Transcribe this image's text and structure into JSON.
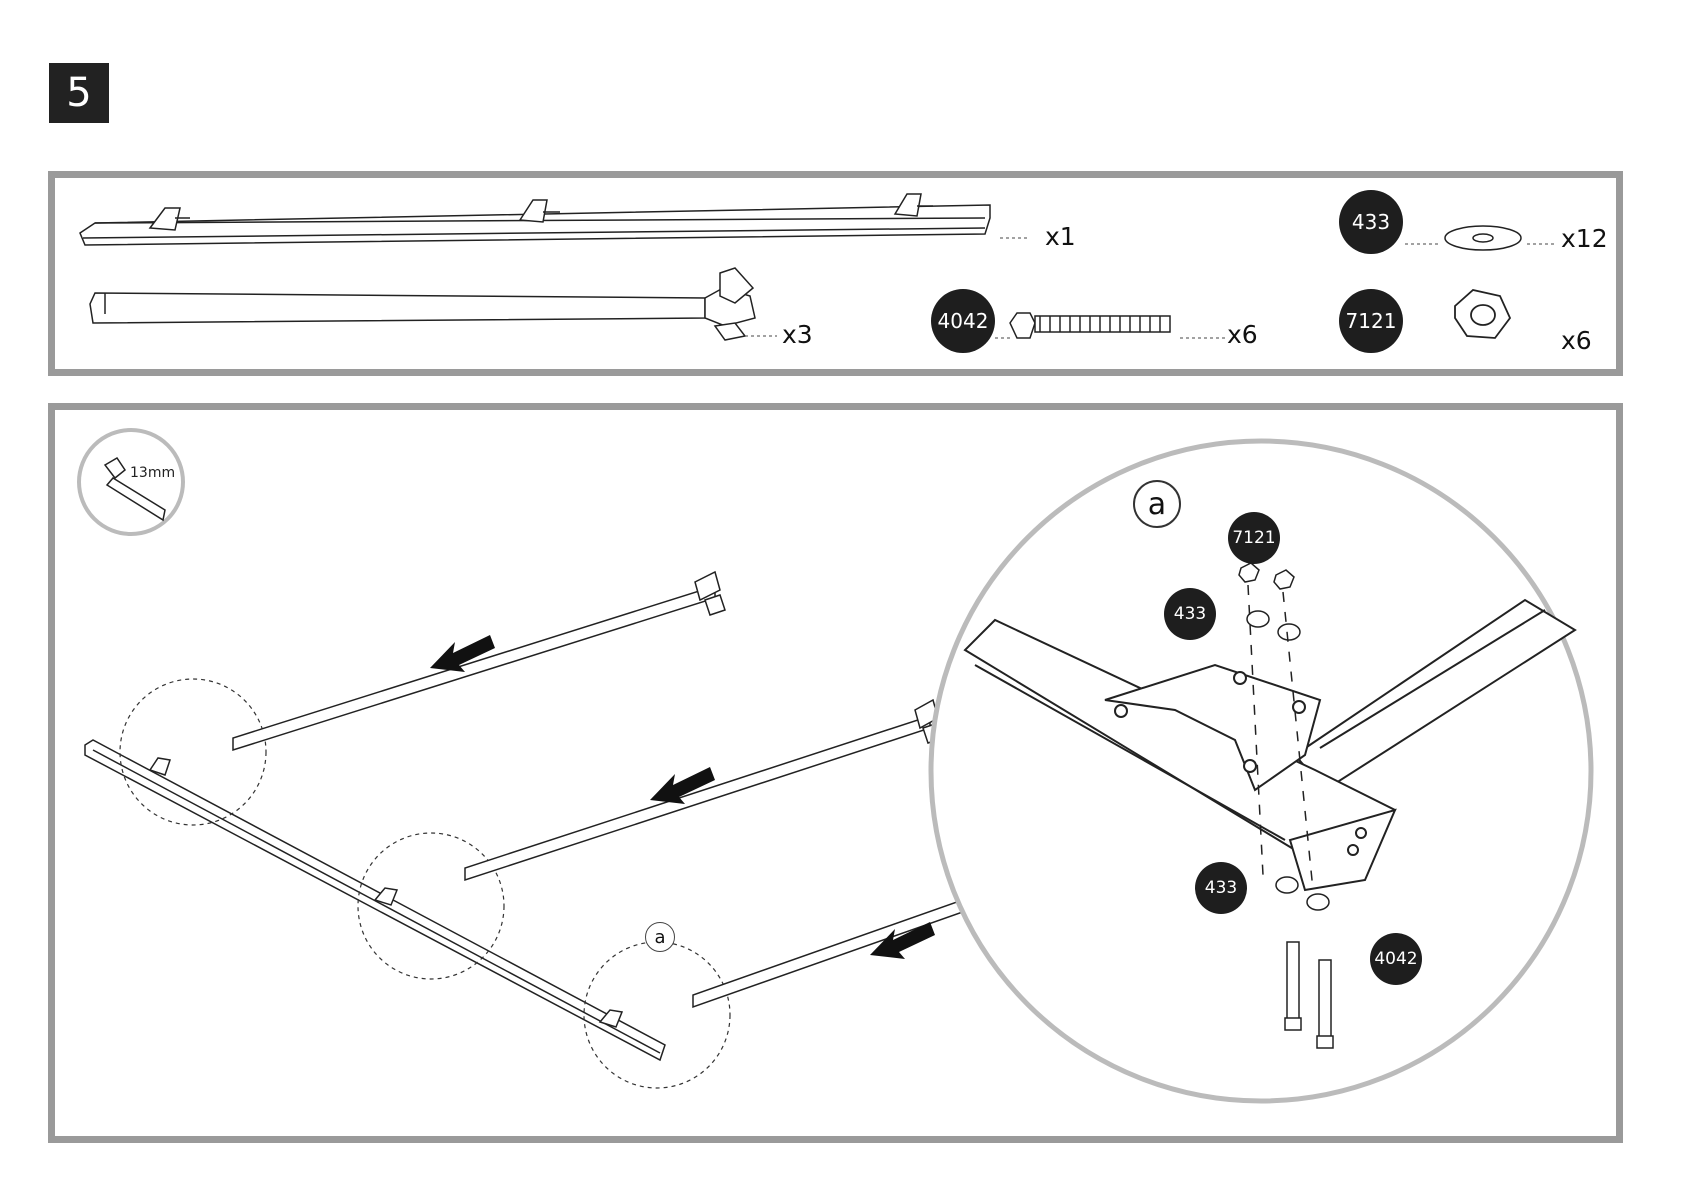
{
  "step": {
    "number": "5"
  },
  "parts": {
    "rail": {
      "qty": "x1"
    },
    "beam": {
      "qty": "x3"
    },
    "washer": {
      "code": "433",
      "qty": "x12"
    },
    "bolt": {
      "code": "4042",
      "qty": "x6"
    },
    "nut": {
      "code": "7121",
      "qty": "x6"
    }
  },
  "assembly": {
    "tool": {
      "size": "13mm"
    },
    "callout": {
      "letter": "a"
    },
    "detail": {
      "letter": "a",
      "nut_code": "7121",
      "top_washer_code": "433",
      "bottom_washer_code": "433",
      "bolt_code": "4042"
    }
  },
  "colors": {
    "badge": "#1e1e1e",
    "frame": "#9a9a9a"
  }
}
